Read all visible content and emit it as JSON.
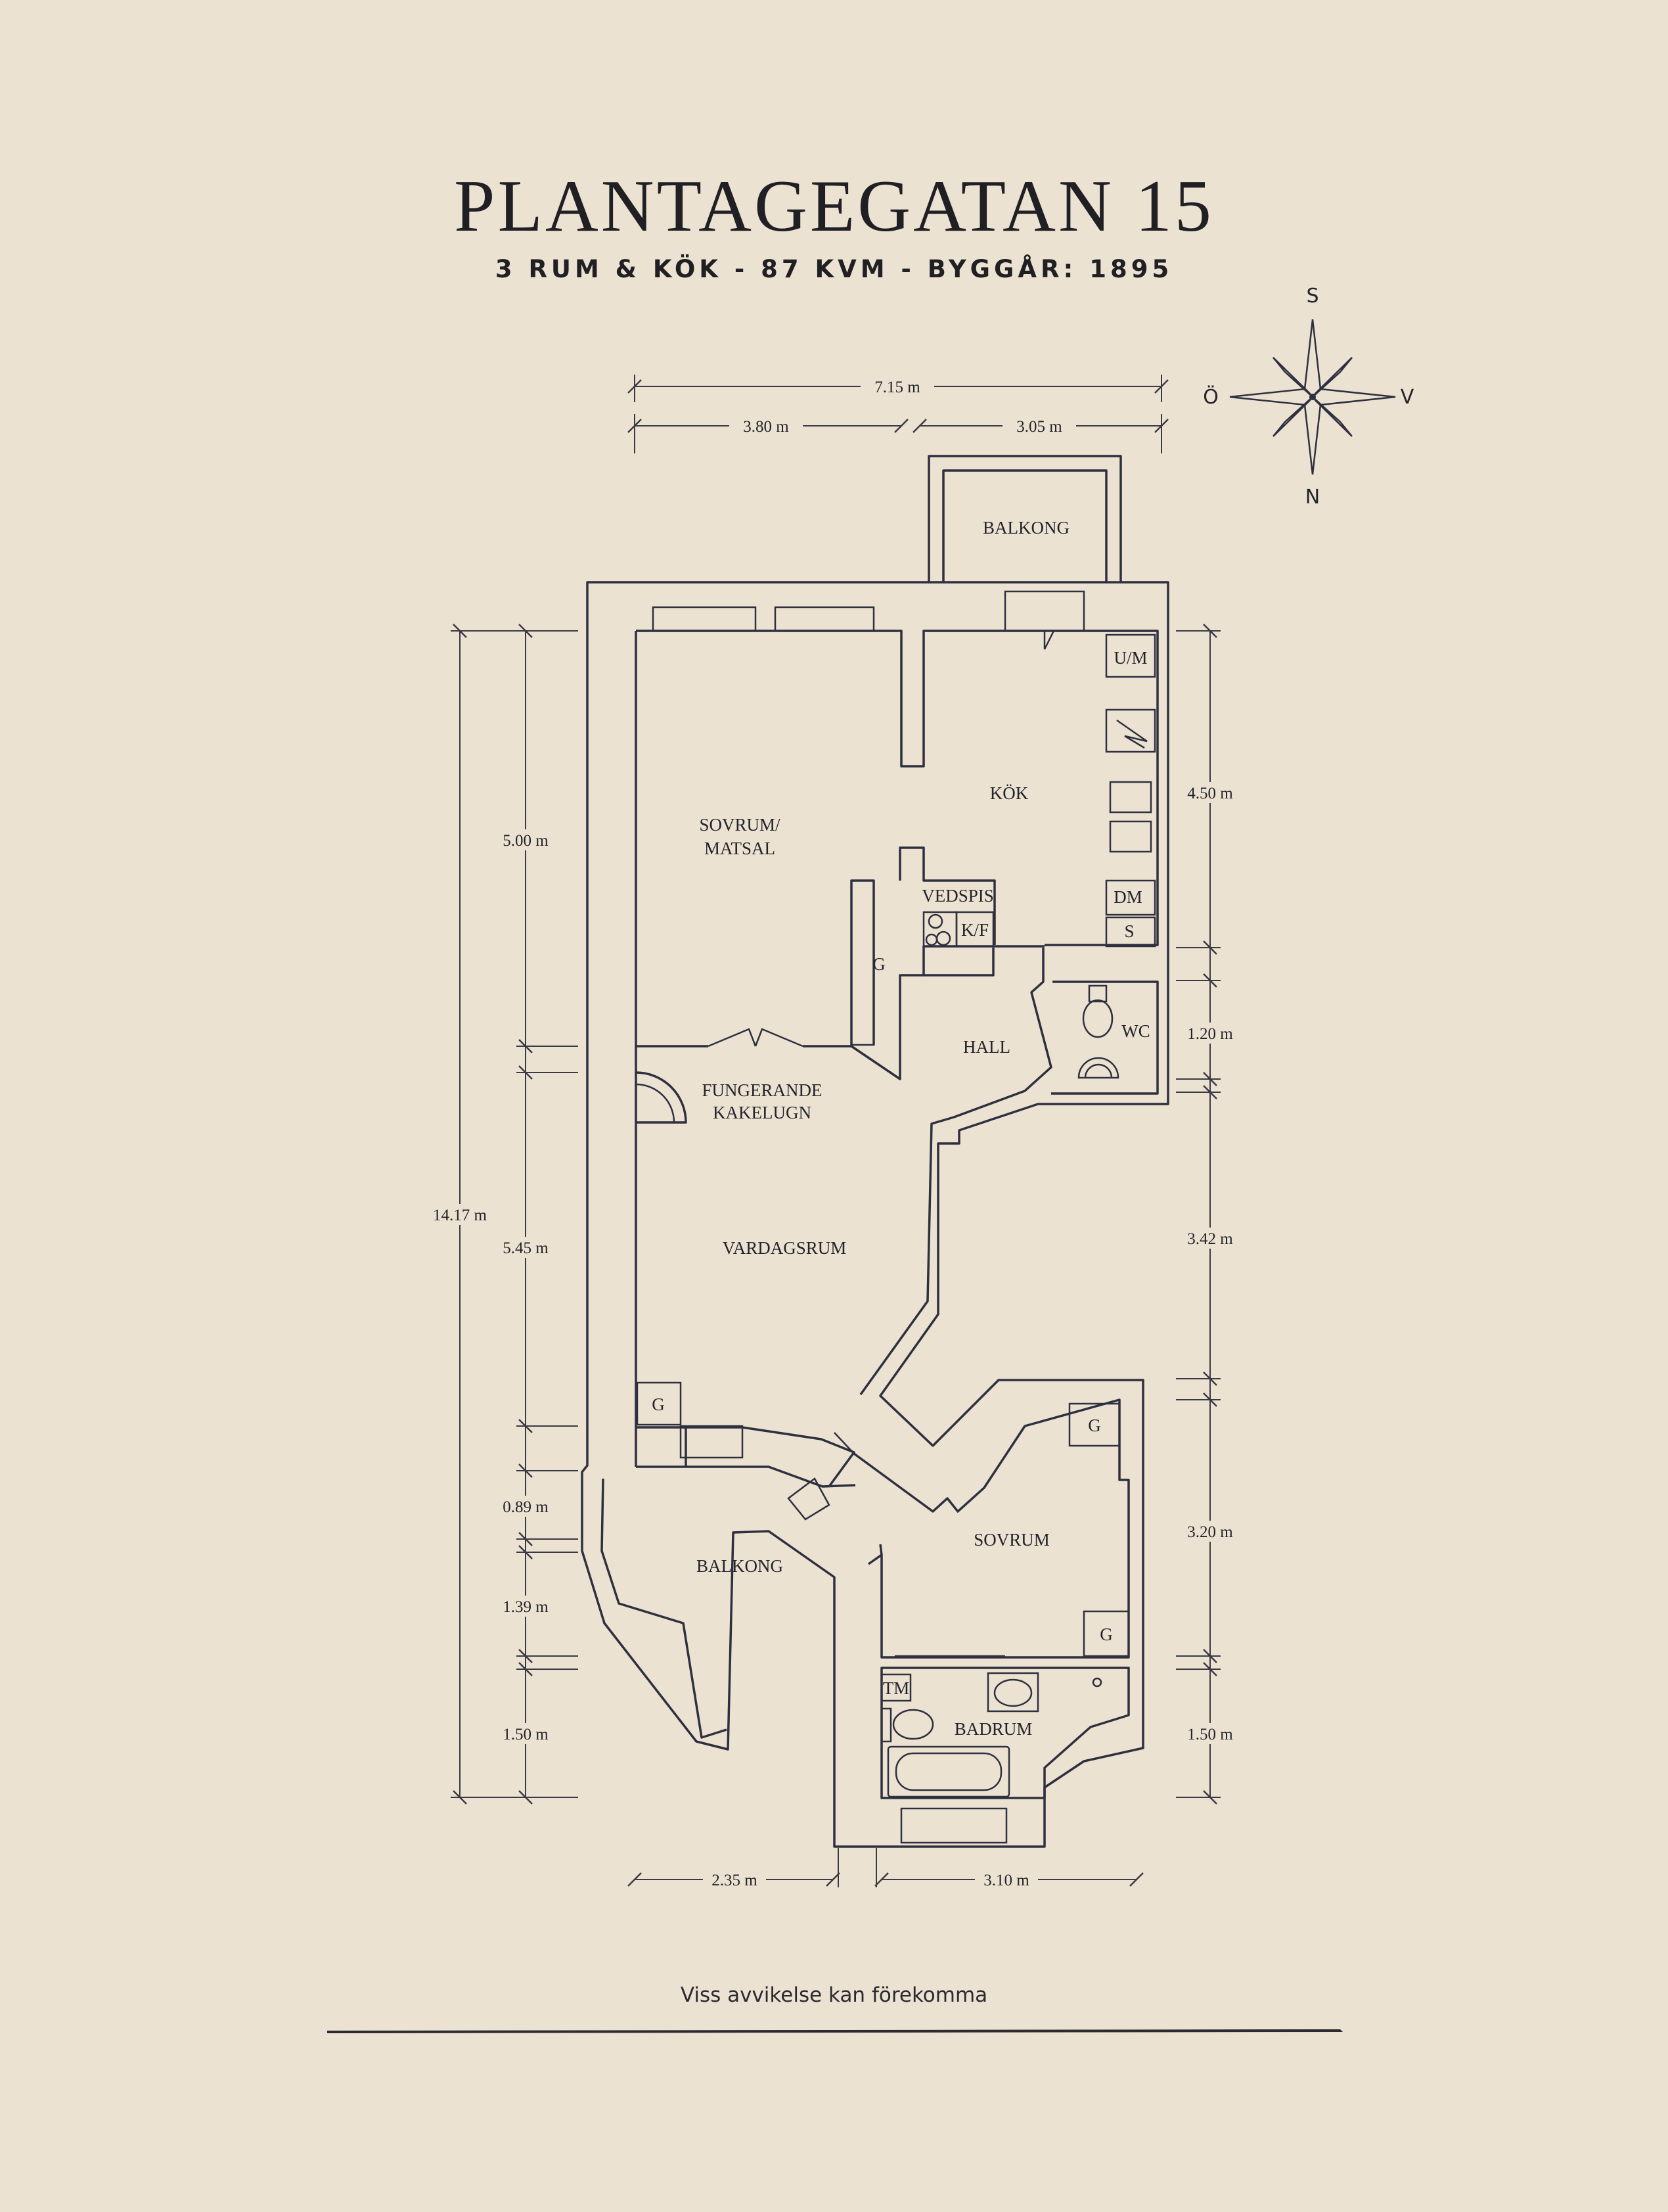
{
  "title": "PLANTAGEGATAN 15",
  "subtitle": "3 RUM & KÖK  -  87 KVM  -  BYGGÅR: 1895",
  "disclaimer": "Viss avvikelse kan förekomma",
  "compass": {
    "south": "S",
    "west": "V",
    "north": "N",
    "east": "Ö"
  },
  "rooms": {
    "balkong_top": "BALKONG",
    "sovrum_matsal_line1": "SOVRUM/",
    "sovrum_matsal_line2": "MATSAL",
    "kok": "KÖK",
    "vedspis": "VEDSPIS",
    "kf": "K/F",
    "g_label": "G",
    "um": "U/M",
    "dm": "DM",
    "s": "S",
    "wc": "WC",
    "hall": "HALL",
    "kakelugn_line1": "FUNGERANDE",
    "kakelugn_line2": "KAKELUGN",
    "vardagsrum": "VARDAGSRUM",
    "balkong_bottom": "BALKONG",
    "sovrum": "SOVRUM",
    "tm": "TM",
    "badrum": "BADRUM"
  },
  "dimensions": {
    "top_total": "7.15 m",
    "top_left": "3.80 m",
    "top_right": "3.05 m",
    "left_total": "14.17 m",
    "left_1": "5.00 m",
    "left_2": "5.45 m",
    "left_3": "0.89 m",
    "left_4": "1.39 m",
    "left_5": "1.50 m",
    "right_1": "4.50 m",
    "right_2": "1.20 m",
    "right_3": "3.42 m",
    "right_4": "3.20 m",
    "right_5": "1.50 m",
    "bottom_left": "2.35 m",
    "bottom_right": "3.10 m"
  },
  "colors": {
    "background": "#ebe2d1",
    "ink": "#2e3040"
  }
}
